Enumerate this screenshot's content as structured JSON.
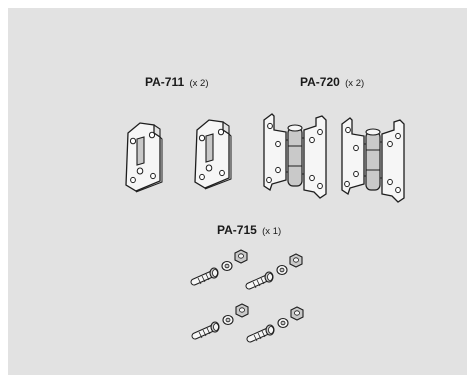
{
  "parts": [
    {
      "code": "PA-711",
      "qty": "(x 2)"
    },
    {
      "code": "PA-720",
      "qty": "(x 2)"
    },
    {
      "code": "PA-715",
      "qty": "(x 1)"
    }
  ],
  "colors": {
    "background": "#e2e2e2",
    "outline": "#1e1e1e",
    "part_fill": "#f6f6f6",
    "part_shade": "#c9c9c9"
  },
  "icons": [
    "plate-icon",
    "hinge-icon",
    "bolt-icon",
    "washer-icon",
    "nut-icon"
  ]
}
